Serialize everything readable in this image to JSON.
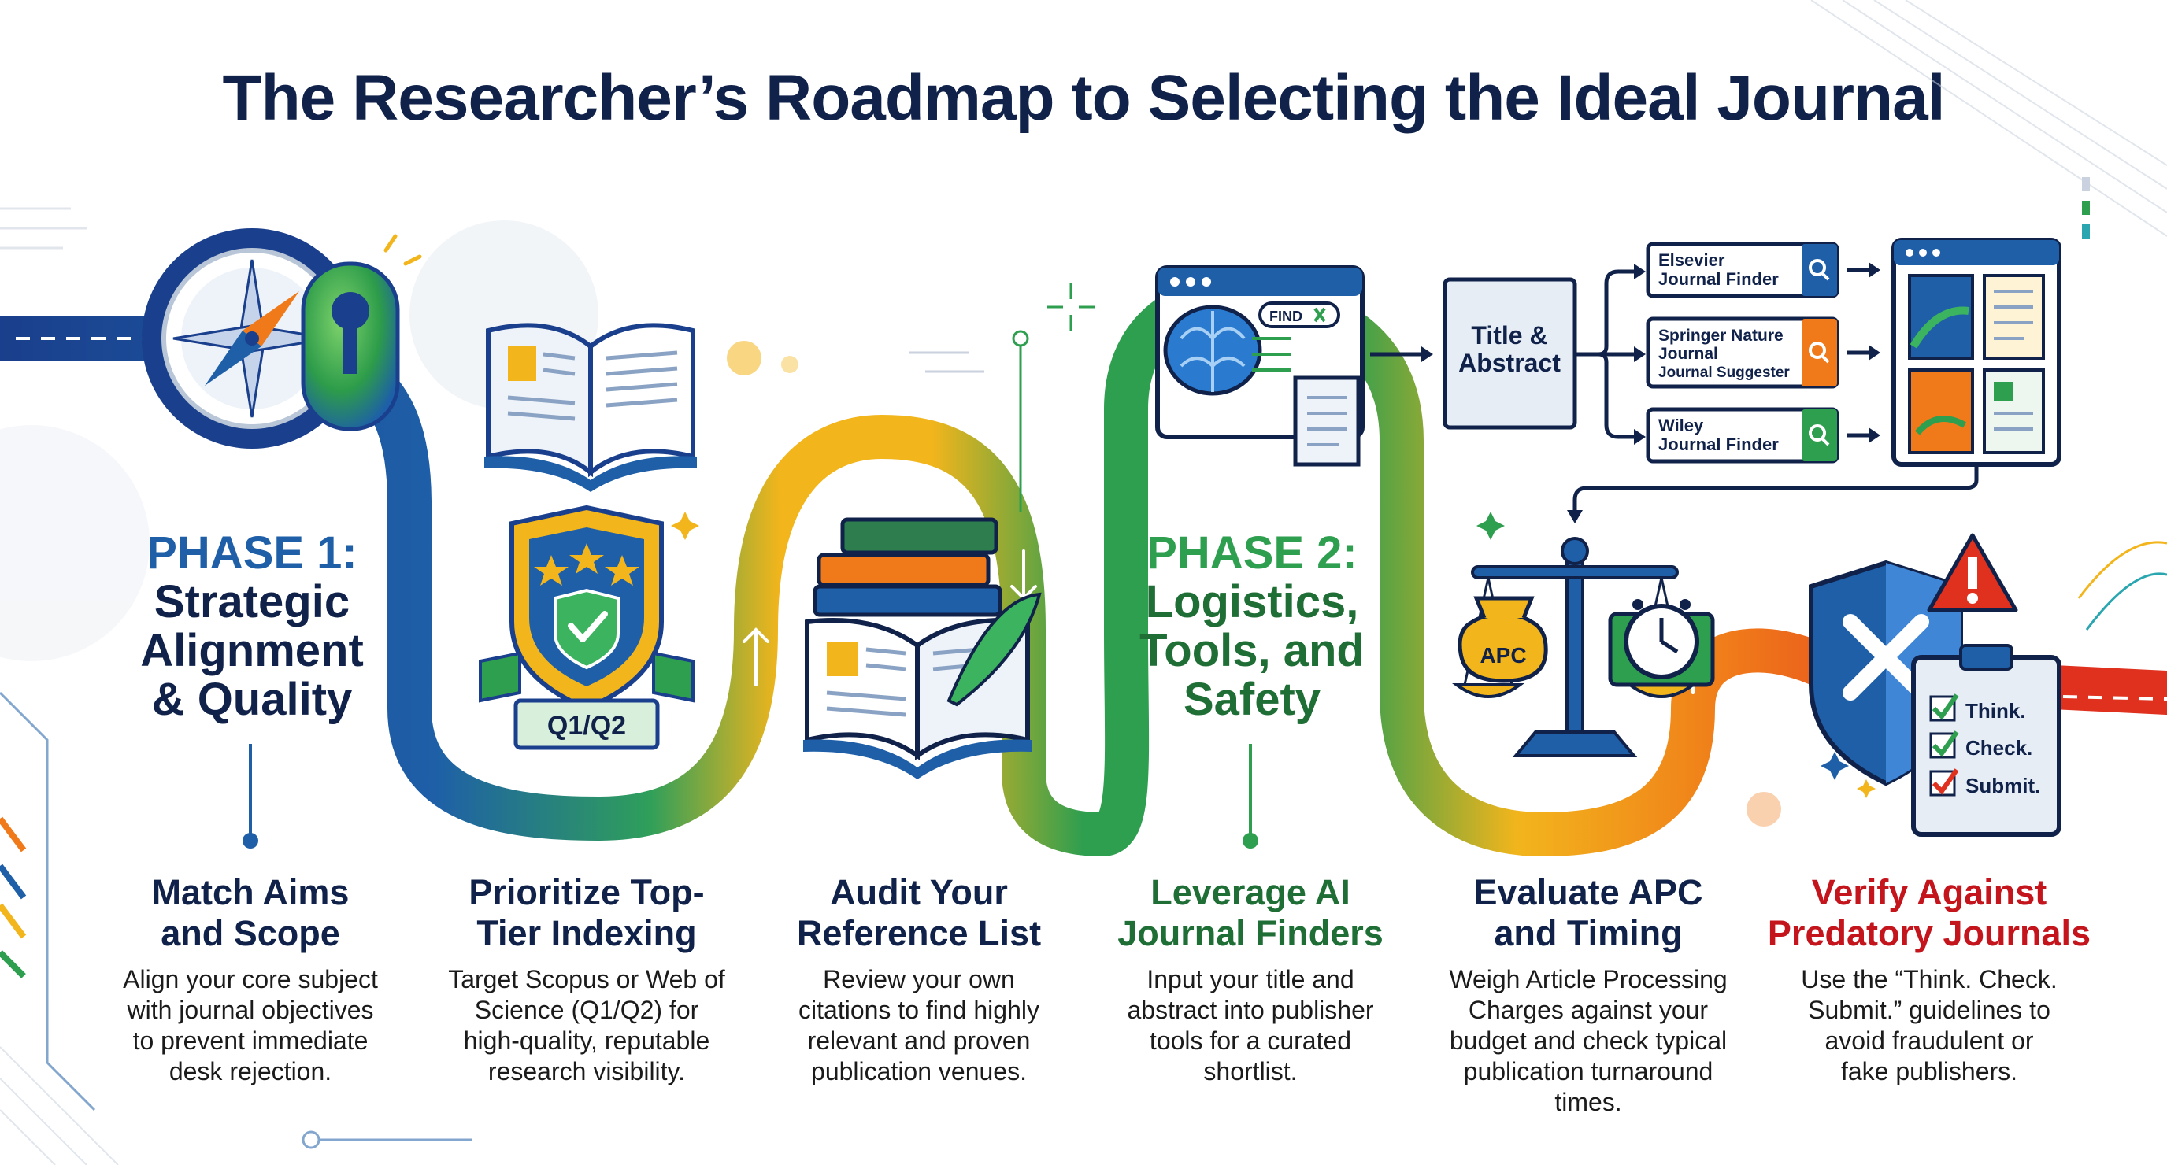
{
  "title": "The Researcher’s Roadmap to Selecting the Ideal Journal",
  "colors": {
    "navy": "#10224a",
    "blue": "#1e5fa8",
    "green": "#2e9e4f",
    "yellow": "#f2b51c",
    "orange": "#f07a1a",
    "red": "#e0301e",
    "dark_red": "#c4141c"
  },
  "phase1": {
    "label": "PHASE 1:",
    "line1": "Strategic",
    "line2": "Alignment",
    "line3": "& Quality"
  },
  "phase2": {
    "label": "PHASE 2:",
    "line1": "Logistics,",
    "line2": "Tools, and",
    "line3": "Safety"
  },
  "icons": {
    "q_badge": "Q1/Q2",
    "find_label": "FIND",
    "title_abstract_1": "Title &",
    "title_abstract_2": "Abstract",
    "apc_label": "APC",
    "finders": [
      {
        "line1": "Elsevier",
        "line2": "Journal Finder",
        "line3": ""
      },
      {
        "line1": "Springer Nature",
        "line2": "Journal",
        "line3": "Journal Suggester"
      },
      {
        "line1": "Wiley",
        "line2": "Journal Finder",
        "line3": ""
      }
    ],
    "checklist": [
      "Think.",
      "Check.",
      "Submit."
    ]
  },
  "steps": [
    {
      "title1": "Match Aims",
      "title2": "and Scope",
      "desc": [
        "Align your core subject",
        "with journal objectives",
        "to prevent immediate",
        "desk rejection."
      ]
    },
    {
      "title1": "Prioritize Top-",
      "title2": "Tier Indexing",
      "desc": [
        "Target Scopus or Web of",
        "Science (Q1/Q2) for",
        "high-quality, reputable",
        "research visibility."
      ]
    },
    {
      "title1": "Audit Your",
      "title2": "Reference List",
      "desc": [
        "Review your own",
        "citations to find highly",
        "relevant and proven",
        "publication venues."
      ]
    },
    {
      "title1": "Leverage AI",
      "title2": "Journal Finders",
      "desc": [
        "Input your title and",
        "abstract into publisher",
        "tools for a curated",
        "shortlist."
      ]
    },
    {
      "title1": "Evaluate APC",
      "title2": "and Timing",
      "desc": [
        "Weigh Article Processing",
        "Charges against your",
        "budget and check typical",
        "publication turnaround",
        "times."
      ]
    },
    {
      "title1": "Verify Against",
      "title2": "Predatory Journals",
      "desc": [
        "Use the “Think. Check.",
        "Submit.” guidelines to",
        "avoid fraudulent or",
        "fake publishers."
      ]
    }
  ]
}
